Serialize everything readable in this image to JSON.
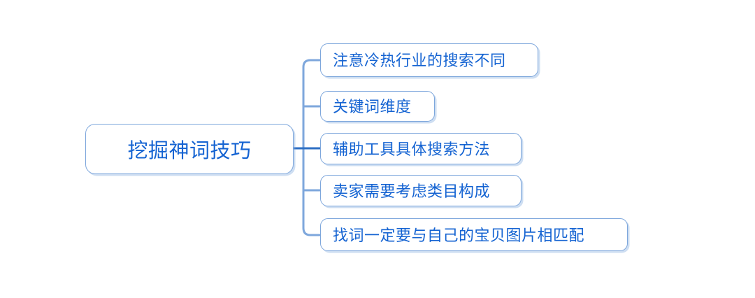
{
  "diagram": {
    "type": "mind-map",
    "orientation": "left-to-right",
    "colors": {
      "node_border": "#7ea7dc",
      "node_text": "#1463d2",
      "connector_light": "#7ea7dc",
      "connector_dark": "#2e6fc4",
      "background": "#ffffff"
    },
    "root": {
      "label": "挖掘神词技巧"
    },
    "children": [
      {
        "label": "注意冷热行业的搜索不同"
      },
      {
        "label": "关键词维度"
      },
      {
        "label": "辅助工具具体搜索方法"
      },
      {
        "label": "卖家需要考虑类目构成"
      },
      {
        "label": "找词一定要与自己的宝贝图片相匹配"
      }
    ]
  }
}
